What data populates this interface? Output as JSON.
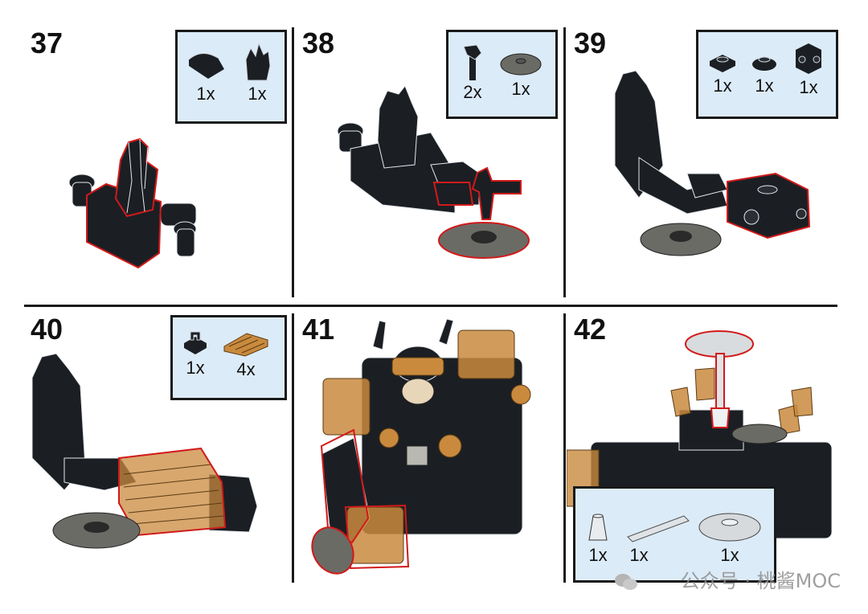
{
  "steps": [
    {
      "number": "37",
      "parts": [
        {
          "qty": "1x",
          "icon": "curved-slope-black"
        },
        {
          "qty": "1x",
          "icon": "crystal-black"
        }
      ]
    },
    {
      "number": "38",
      "parts": [
        {
          "qty": "2x",
          "icon": "clip-bar-black"
        },
        {
          "qty": "1x",
          "icon": "round-dish-dark-gray"
        }
      ]
    },
    {
      "number": "39",
      "parts": [
        {
          "qty": "1x",
          "icon": "plate-1x1-black"
        },
        {
          "qty": "1x",
          "icon": "round-plate-black"
        },
        {
          "qty": "1x",
          "icon": "brick-studs-sides-black"
        }
      ]
    },
    {
      "number": "40",
      "parts": [
        {
          "qty": "1x",
          "icon": "clip-plate-black"
        },
        {
          "qty": "4x",
          "icon": "grille-slope-orange"
        }
      ]
    },
    {
      "number": "41",
      "parts": []
    },
    {
      "number": "42",
      "parts": [
        {
          "qty": "1x",
          "icon": "cone-trans-clear"
        },
        {
          "qty": "1x",
          "icon": "bar-trans-clear"
        },
        {
          "qty": "1x",
          "icon": "dish-trans-clear"
        }
      ]
    }
  ],
  "watermark": {
    "text": "公众号 · 桃酱MOC"
  },
  "colors": {
    "box_bg": "#dcebf8",
    "brick_black": "#1b1f24",
    "highlight": "#d11a1a",
    "orange": "#c98a3e",
    "gray": "#6b6b66"
  }
}
